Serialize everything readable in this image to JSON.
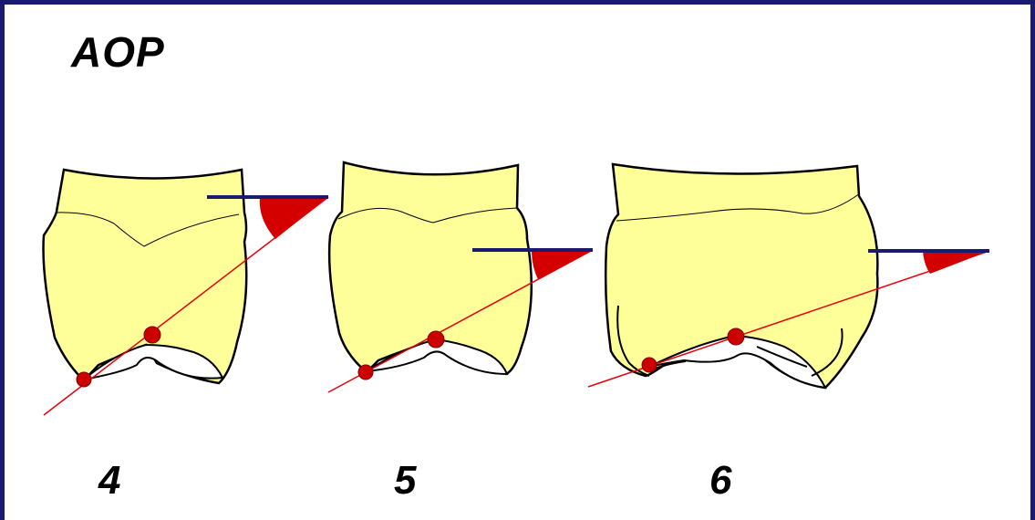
{
  "title": "AOP",
  "teeth": [
    {
      "label": "4"
    },
    {
      "label": "5"
    },
    {
      "label": "6"
    }
  ],
  "colors": {
    "frame": "#1a1a6e",
    "crown": "#ffff99",
    "reference_line": "#1a1a6e",
    "tangent_line": "#e8000a",
    "angle_fill": "#d40000",
    "contact_point": "#cc0000"
  }
}
